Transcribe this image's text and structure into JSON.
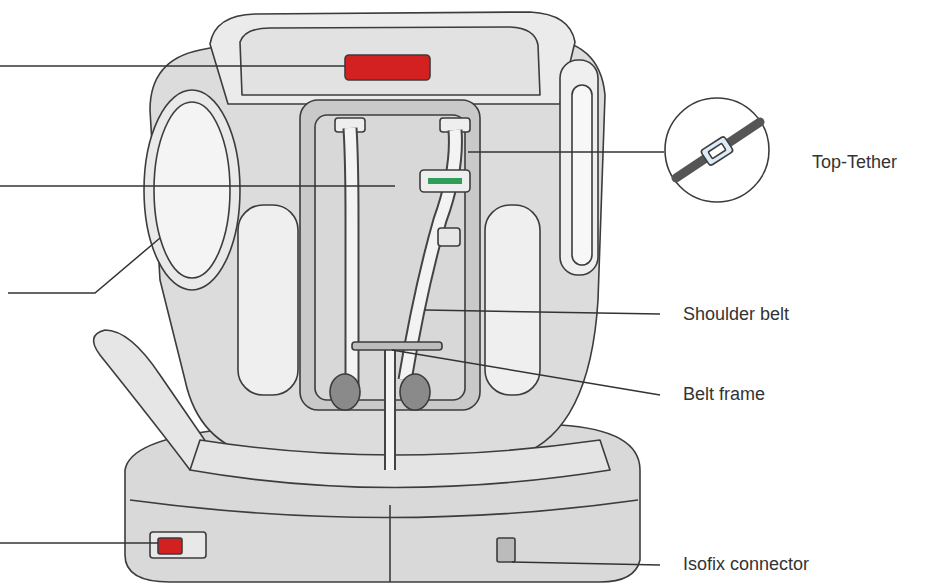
{
  "diagram": {
    "labels": [
      "Top-Tether",
      "Shoulder belt",
      "Belt frame",
      "Isofix connector"
    ]
  }
}
